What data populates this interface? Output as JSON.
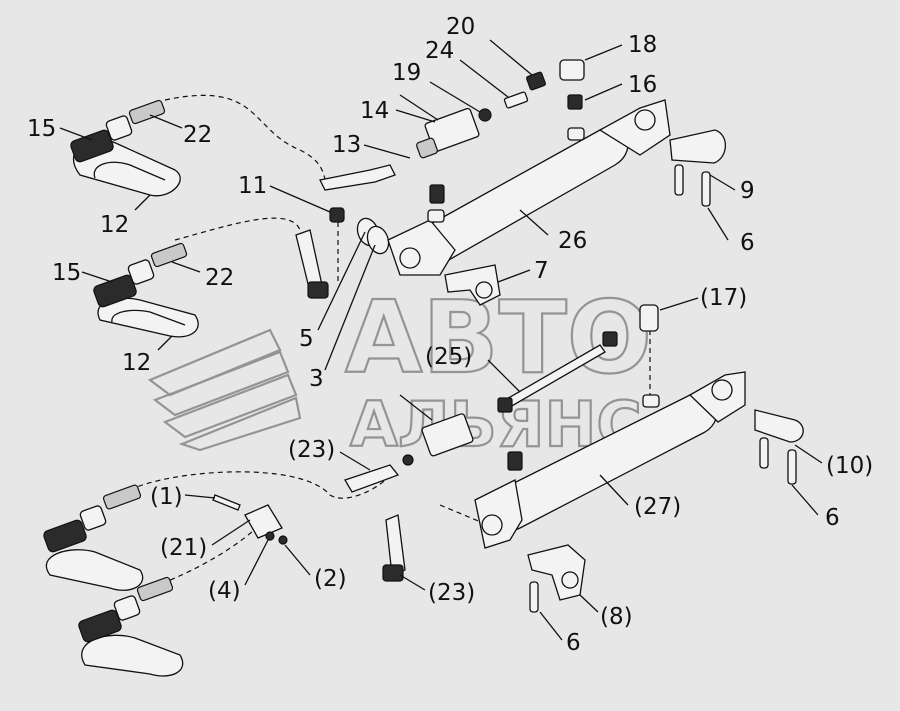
{
  "watermark": {
    "line1": "АВТО",
    "line2": "АЛЬЯНС"
  },
  "callouts": [
    {
      "text": "15"
    },
    {
      "text": "22"
    },
    {
      "text": "12"
    },
    {
      "text": "15"
    },
    {
      "text": "22"
    },
    {
      "text": "12"
    },
    {
      "text": "13"
    },
    {
      "text": "14"
    },
    {
      "text": "19"
    },
    {
      "text": "24"
    },
    {
      "text": "20"
    },
    {
      "text": "18"
    },
    {
      "text": "16"
    },
    {
      "text": "11"
    },
    {
      "text": "5"
    },
    {
      "text": "3"
    },
    {
      "text": "26"
    },
    {
      "text": "7"
    },
    {
      "text": "9"
    },
    {
      "text": "6"
    },
    {
      "text": "(17)"
    },
    {
      "text": "(25)"
    },
    {
      "text": "(10)"
    },
    {
      "text": "6"
    },
    {
      "text": "(27)"
    },
    {
      "text": "(23)"
    },
    {
      "text": "(1)"
    },
    {
      "text": "(21)"
    },
    {
      "text": "(4)"
    },
    {
      "text": "(2)"
    },
    {
      "text": "(23)"
    },
    {
      "text": "(8)"
    },
    {
      "text": "6"
    }
  ]
}
